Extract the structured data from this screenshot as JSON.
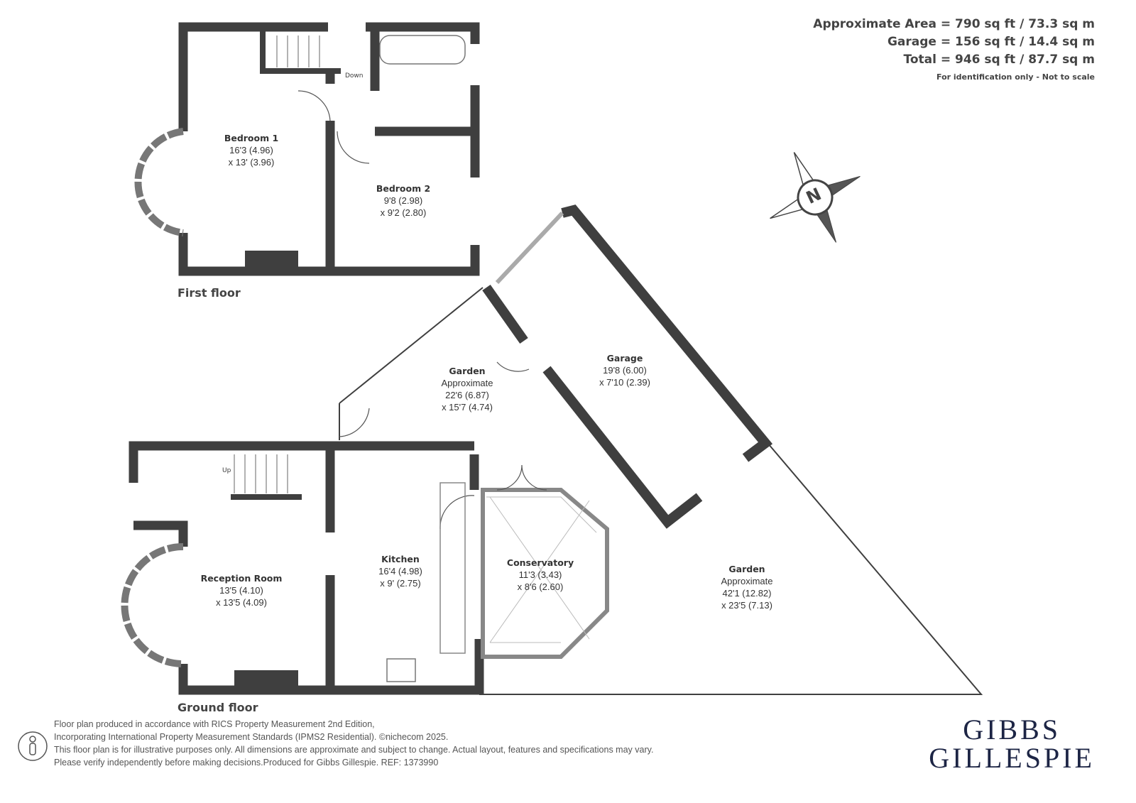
{
  "areas": {
    "approximate": "Approximate Area = 790 sq ft / 73.3 sq m",
    "garage": "Garage = 156 sq ft / 14.4 sq m",
    "total": "Total = 946 sq ft / 87.7 sq m",
    "note": "For identification only - Not to scale"
  },
  "floors": {
    "first": "First floor",
    "ground": "Ground floor"
  },
  "rooms": {
    "bedroom1": {
      "name": "Bedroom 1",
      "dim1": "16'3 (4.96)",
      "dim2": "x 13' (3.96)"
    },
    "bedroom2": {
      "name": "Bedroom 2",
      "dim1": "9'8 (2.98)",
      "dim2": "x 9'2 (2.80)"
    },
    "garage": {
      "name": "Garage",
      "dim1": "19'8 (6.00)",
      "dim2": "x 7'10 (2.39)"
    },
    "garden_upper": {
      "name": "Garden",
      "approx": "Approximate",
      "dim1": "22'6 (6.87)",
      "dim2": "x 15'7 (4.74)"
    },
    "reception": {
      "name": "Reception Room",
      "dim1": "13'5 (4.10)",
      "dim2": "x 13'5 (4.09)"
    },
    "kitchen": {
      "name": "Kitchen",
      "dim1": "16'4 (4.98)",
      "dim2": "x 9' (2.75)"
    },
    "conservatory": {
      "name": "Conservatory",
      "dim1": "11'3 (3.43)",
      "dim2": "x 8'6 (2.60)"
    },
    "garden_lower": {
      "name": "Garden",
      "approx": "Approximate",
      "dim1": "42'1 (12.82)",
      "dim2": "x 23'5 (7.13)"
    }
  },
  "labels": {
    "down": "Down",
    "up": "Up",
    "compass": "N"
  },
  "footer": {
    "line1": "Floor plan produced in accordance with RICS Property Measurement 2nd Edition,",
    "line2": "Incorporating International Property Measurement Standards (IPMS2 Residential).   ©nichecom 2025.",
    "line3": "This floor plan is for illustrative purposes only. All dimensions are approximate and subject to change. Actual layout, features and specifications may vary.",
    "line4": "Please verify independently before making decisions.Produced for Gibbs Gillespie.   REF:  1373990"
  },
  "logo": {
    "line1": "GIBBS",
    "line2": "GILLESPIE"
  },
  "colors": {
    "wall": "#3f3f3f",
    "text": "#3a3a3a",
    "brand": "#1d2545"
  }
}
